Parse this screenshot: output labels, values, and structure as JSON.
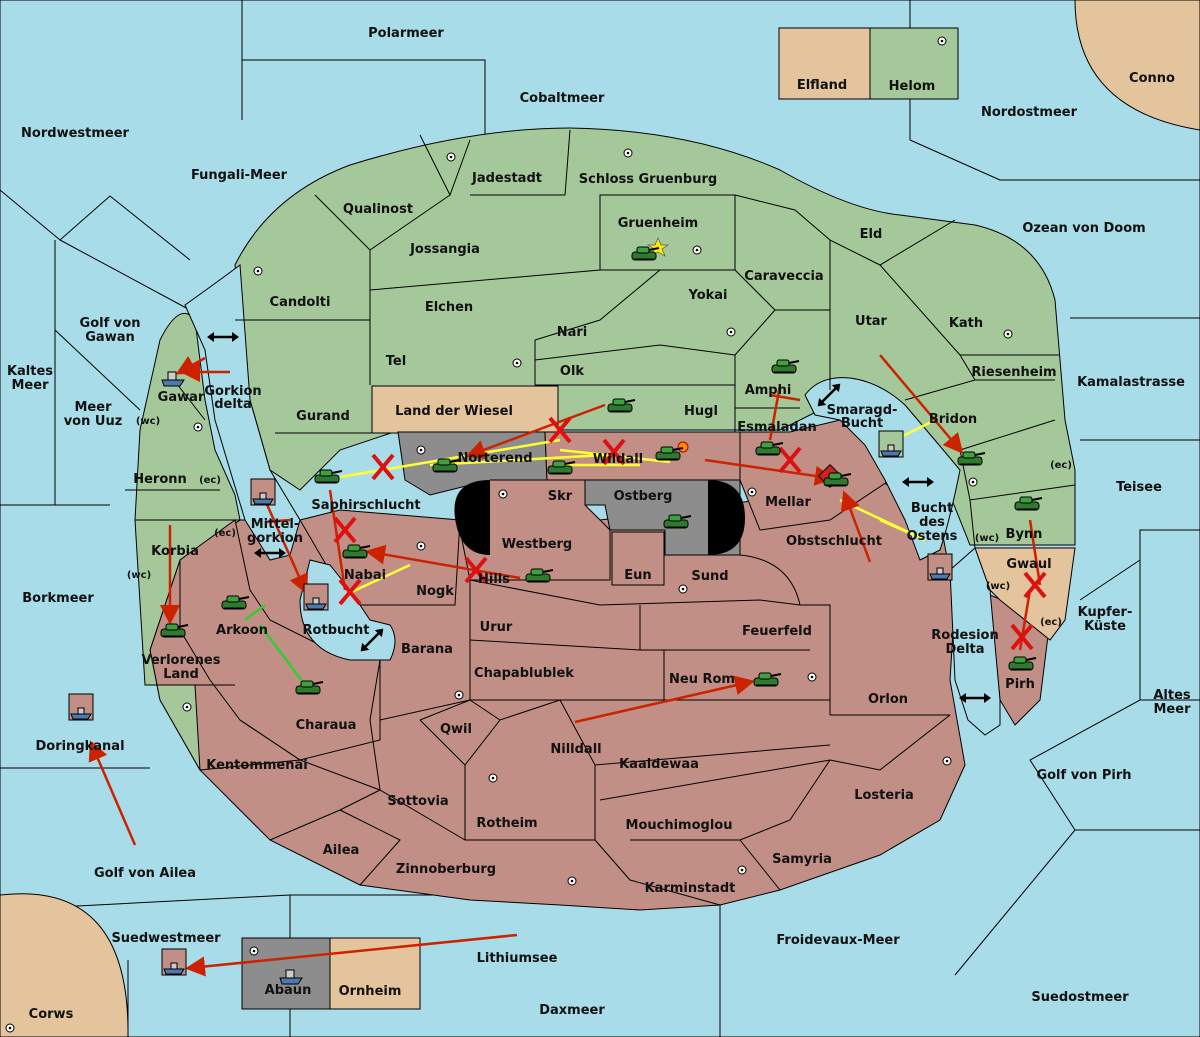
{
  "map": {
    "colors": {
      "sea": "#a8dce8",
      "player_green": "#a5c89a",
      "player_red": "#c18f85",
      "neutral_tan": "#e3c49c",
      "grey": "#8d8d8d",
      "order_move": "#cc2200",
      "order_support": "#ffff33",
      "order_green": "#33cc33"
    },
    "labels": {
      "polarmeer": "Polarmeer",
      "cobaltmeer": "Cobaltmeer",
      "elfland": "Elfland",
      "helom": "Helom",
      "conno": "Conno",
      "nordostmeer": "Nordostmeer",
      "nordwestmeer": "Nordwestmeer",
      "fungali": "Fungali-Meer",
      "jadestadt": "Jadestadt",
      "schloss": "Schloss Gruenburg",
      "qualinost": "Qualinost",
      "gruenheim": "Gruenheim",
      "jossangia": "Jossangia",
      "eld": "Eld",
      "ozean": "Ozean von Doom",
      "candolti": "Candolti",
      "caraveccia": "Caraveccia",
      "elchen": "Elchen",
      "yokai": "Yokai",
      "utar": "Utar",
      "kath": "Kath",
      "golf_gawan_1": "Golf von",
      "golf_gawan_2": "Gawan",
      "nari": "Nari",
      "tel": "Tel",
      "olk": "Olk",
      "riesenheim": "Riesenheim",
      "kaltes_1": "Kaltes",
      "kaltes_2": "Meer",
      "kamala": "Kamalastrasse",
      "gorkion_1": "Gorkion",
      "gorkion_2": "delta",
      "gawar": "Gawar",
      "amphi": "Amphi",
      "meer_uuz_1": "Meer",
      "meer_uuz_2": "von Uuz",
      "wc": "(wc)",
      "ec": "(ec)",
      "gurand": "Gurand",
      "land_wiesel": "Land der Wiesel",
      "hugl": "Hugl",
      "smaragd_1": "Smaragd-",
      "smaragd_2": "Bucht",
      "bridon": "Bridon",
      "esmaladan": "Esmaladan",
      "heronn": "Heronn",
      "norterend": "Norterend",
      "wildall": "Wildall",
      "teisee": "Teisee",
      "saphir": "Saphirschlucht",
      "skr": "Skr",
      "ostberg": "Ostberg",
      "mellar": "Mellar",
      "mittel_1": "Mittel-",
      "mittel_2": "gorkion",
      "bucht_ostens_1": "Bucht",
      "bucht_ostens_2": "des",
      "bucht_ostens_3": "Ostens",
      "bynn": "Bynn",
      "korbia": "Korbia",
      "westberg": "Westberg",
      "obstschlucht": "Obstschlucht",
      "gwaul": "Gwaul",
      "nabai": "Nabai",
      "eun": "Eun",
      "sund": "Sund",
      "hills": "Hills",
      "nogk": "Nogk",
      "borkmeer": "Borkmeer",
      "kupfer_1": "Kupfer-",
      "kupfer_2": "Küste",
      "arkoon": "Arkoon",
      "rotbucht": "Rotbucht",
      "urur": "Urur",
      "feuerfeld": "Feuerfeld",
      "rodesion_1": "Rodesion",
      "rodesion_2": "Delta",
      "verlorenes_1": "Verlorenes",
      "verlorenes_2": "Land",
      "barana": "Barana",
      "chapablublek": "Chapablublek",
      "neu_rom": "Neu Rom",
      "pirh": "Pirh",
      "orlon": "Orlon",
      "altes_1": "Altes",
      "altes_2": "Meer",
      "charaua": "Charaua",
      "doringkanal": "Doringkanal",
      "qwil": "Qwil",
      "nilldall": "Nilldall",
      "kaaldewaa": "Kaaldewaa",
      "kentommenai": "Kentommenai",
      "golf_pirh": "Golf von Pirh",
      "losteria": "Losteria",
      "sottovia": "Sottovia",
      "rotheim": "Rotheim",
      "mouchimoglou": "Mouchimoglou",
      "ailea": "Ailea",
      "samyria": "Samyria",
      "golf_ailea": "Golf von Ailea",
      "zinnoberburg": "Zinnoberburg",
      "karminstadt": "Karminstadt",
      "suedwestmeer": "Suedwestmeer",
      "froidevaux": "Froidevaux-Meer",
      "lithiumsee": "Lithiumsee",
      "abaun": "Abaun",
      "ornheim": "Ornheim",
      "suedostmeer": "Suedostmeer",
      "daxmeer": "Daxmeer",
      "corws": "Corws"
    },
    "icons": {
      "army": "tank-icon",
      "fleet": "ship-icon",
      "supply_center": "supply-center-icon",
      "capital_star": "star-icon",
      "failed_order": "x-mark-icon",
      "canal_link": "double-arrow-icon"
    }
  }
}
